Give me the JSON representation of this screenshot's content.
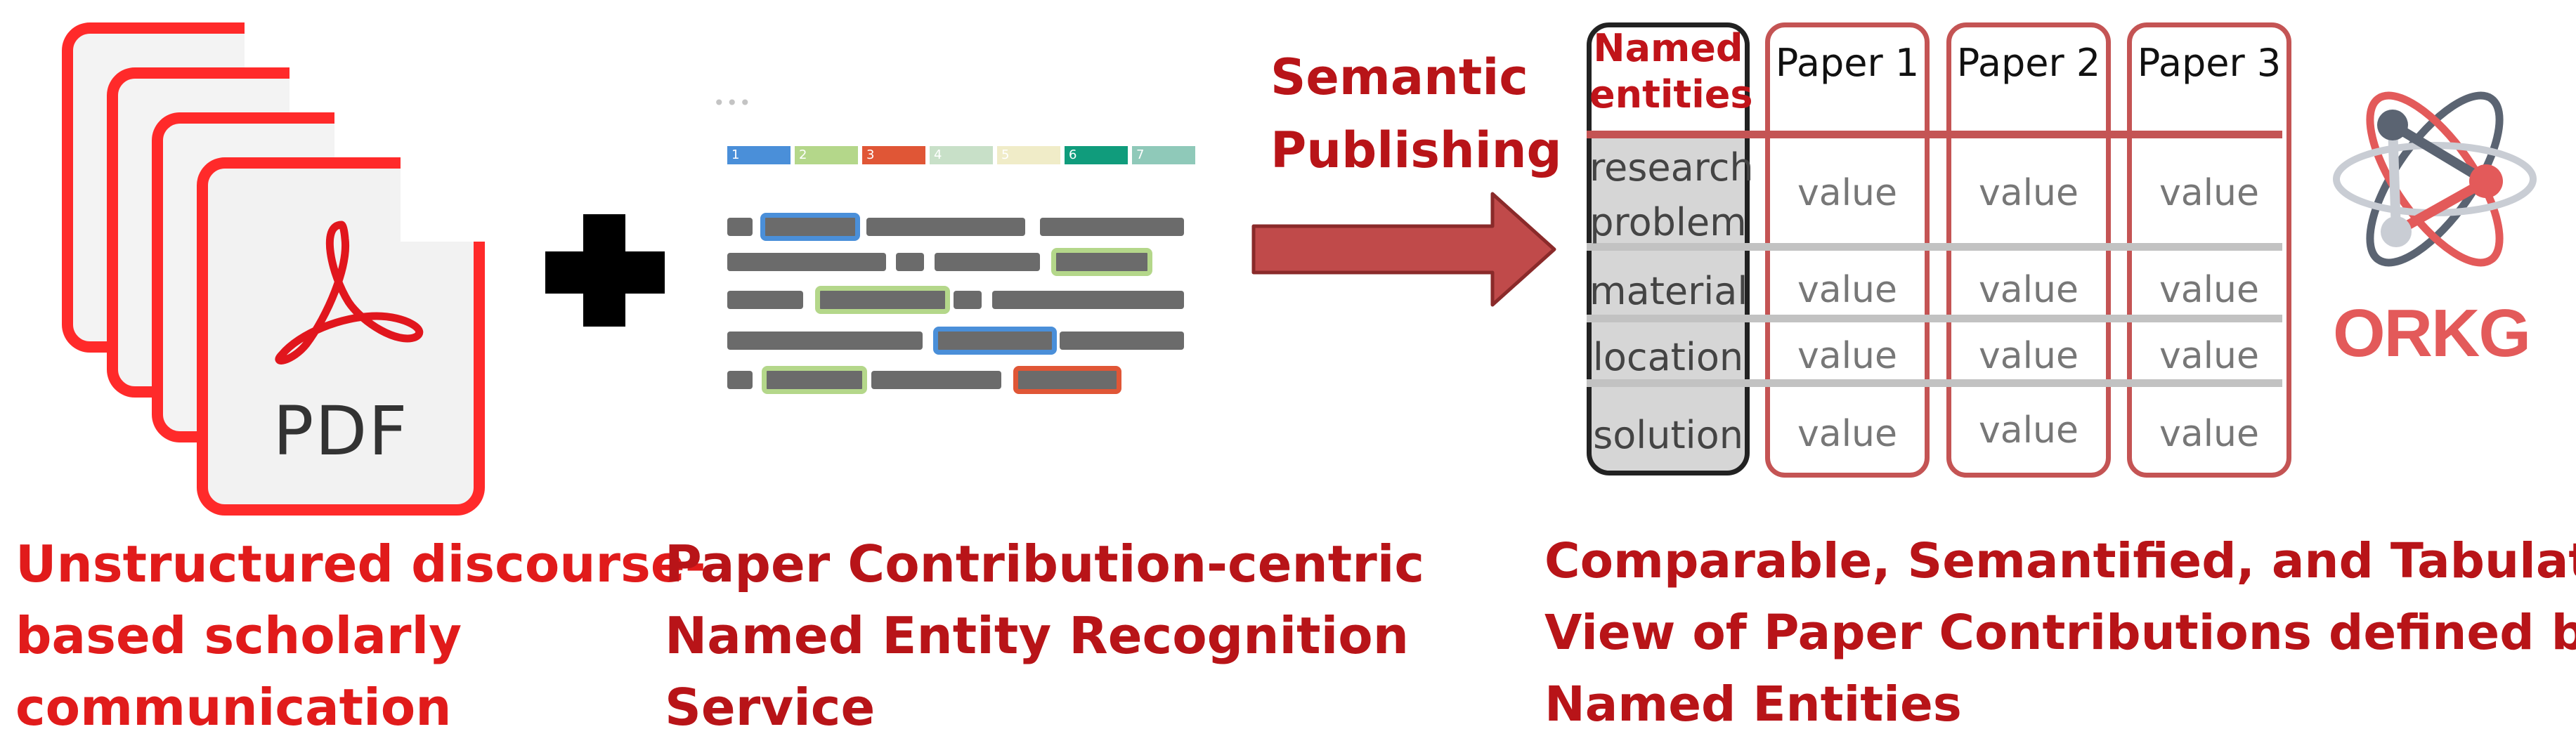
{
  "pdf": {
    "label": "PDF"
  },
  "ner": {
    "legend": [
      {
        "num": "1",
        "color": "#4a8fd9"
      },
      {
        "num": "2",
        "color": "#b4d78a"
      },
      {
        "num": "3",
        "color": "#e05636"
      },
      {
        "num": "4",
        "color": "#c8e0c8"
      },
      {
        "num": "5",
        "color": "#f0ecc8"
      },
      {
        "num": "6",
        "color": "#109c7c"
      },
      {
        "num": "7",
        "color": "#8fc9b9"
      }
    ],
    "dots": "•••"
  },
  "semantic_publishing": {
    "line1": "Semantic",
    "line2": "Publishing"
  },
  "table": {
    "header_name_col": {
      "line1": "Named",
      "line2": "entities"
    },
    "columns": [
      "Paper 1",
      "Paper 2",
      "Paper 3"
    ],
    "rows": [
      {
        "label_line1": "research",
        "label_line2": "problem",
        "values": [
          "value",
          "value",
          "value"
        ]
      },
      {
        "label_line1": "material",
        "label_line2": "",
        "values": [
          "value",
          "value",
          "value"
        ]
      },
      {
        "label_line1": "location",
        "label_line2": "",
        "values": [
          "value",
          "value",
          "value"
        ]
      },
      {
        "label_line1": "solution",
        "label_line2": "",
        "values": [
          "value",
          "value",
          "value"
        ]
      }
    ]
  },
  "orkg": {
    "label": "ORKG"
  },
  "captions": {
    "left": [
      "Unstructured discourse-",
      "based scholarly",
      "communication"
    ],
    "middle": [
      "Paper Contribution-centric",
      "Named Entity Recognition",
      "Service"
    ],
    "right": [
      "Comparable, Semantified, and Tabulated",
      "View of Paper Contributions defined by",
      "Named Entities"
    ]
  },
  "colors": {
    "accent_red": "#c0141a",
    "pdf_red": "#ff2a2a",
    "table_red": "#c45454",
    "arrow_red": "#c04a4a"
  }
}
